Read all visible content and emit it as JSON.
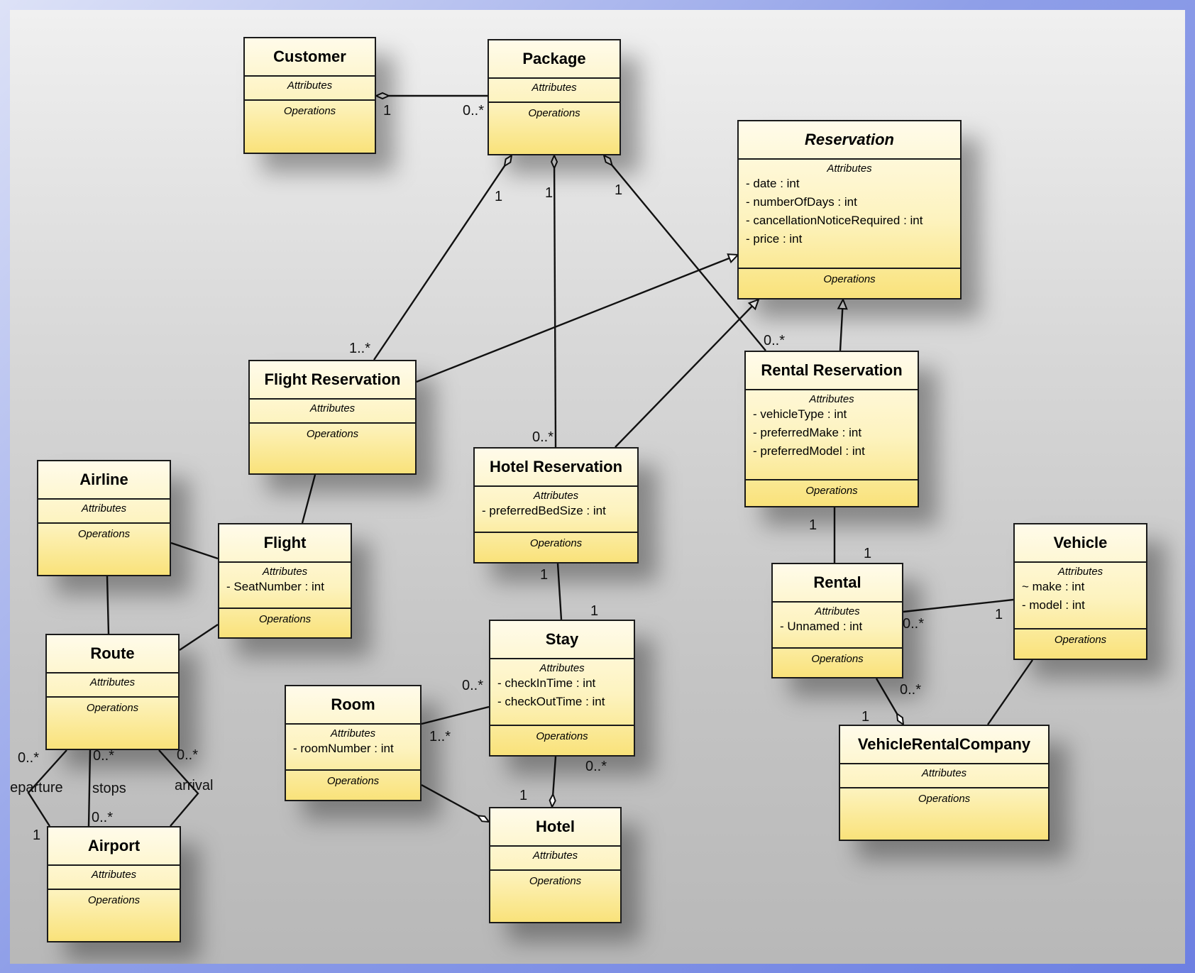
{
  "section_headers": {
    "attributes": "Attributes",
    "operations": "Operations"
  },
  "classes": {
    "customer": {
      "name": "Customer",
      "attrs": []
    },
    "package": {
      "name": "Package",
      "attrs": []
    },
    "reservation": {
      "name": "Reservation",
      "attrs": [
        "- date : int",
        "- numberOfDays : int",
        "- cancellationNoticeRequired : int",
        "- price : int"
      ]
    },
    "flight_reservation": {
      "name": "Flight Reservation",
      "attrs": []
    },
    "hotel_reservation": {
      "name": "Hotel Reservation",
      "attrs": [
        "- preferredBedSize : int"
      ]
    },
    "rental_reservation": {
      "name": "Rental Reservation",
      "attrs": [
        "- vehicleType : int",
        "- preferredMake : int",
        "- preferredModel : int"
      ]
    },
    "airline": {
      "name": "Airline",
      "attrs": []
    },
    "flight": {
      "name": "Flight",
      "attrs": [
        "- SeatNumber : int"
      ]
    },
    "route": {
      "name": "Route",
      "attrs": []
    },
    "airport": {
      "name": "Airport",
      "attrs": []
    },
    "room": {
      "name": "Room",
      "attrs": [
        "- roomNumber : int"
      ]
    },
    "stay": {
      "name": "Stay",
      "attrs": [
        "- checkInTime : int",
        "- checkOutTime : int"
      ]
    },
    "hotel": {
      "name": "Hotel",
      "attrs": []
    },
    "rental": {
      "name": "Rental",
      "attrs": [
        "- Unnamed : int"
      ]
    },
    "vehicle": {
      "name": "Vehicle",
      "attrs": [
        "~ make : int",
        "- model : int"
      ]
    },
    "vehicle_rental_company": {
      "name": "VehicleRentalCompany",
      "attrs": []
    }
  },
  "labels": {
    "cust_pkg_1": "1",
    "cust_pkg_many": "0..*",
    "pkg_flight_1": "1",
    "pkg_hotel_1": "1",
    "pkg_rental_1": "1",
    "flight_res_many": "1..*",
    "hotel_res_many": "0..*",
    "rental_res_many": "0..*",
    "hotelres_stay_1": "1",
    "stay_hotelres_1": "1",
    "rentalres_1": "1",
    "rental_1": "1",
    "rental_vehicle_many": "0..*",
    "vehicle_rental_1": "1",
    "rental_company_many": "0..*",
    "company_rental_1": "1",
    "stay_room_many": "0..*",
    "room_stay_many": "1..*",
    "stay_hotel_many": "0..*",
    "hotel_stay_1": "1",
    "route_dep_many": "0..*",
    "route_stops_many": "0..*",
    "route_arr_many": "0..*",
    "airport_stops_many": "0..*",
    "airport_1": "1",
    "departure": "departure",
    "stops": "stops",
    "arrival": "arrival"
  }
}
